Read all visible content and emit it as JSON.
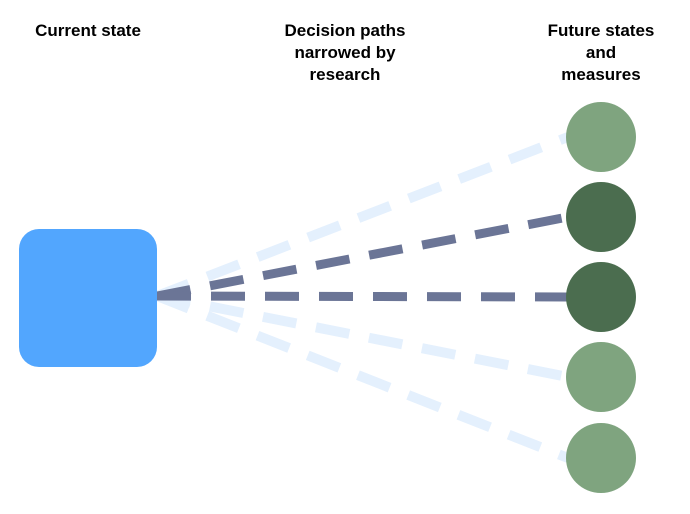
{
  "headings": {
    "current": [
      "Current state"
    ],
    "paths": [
      "Decision paths",
      "narrowed by",
      "research"
    ],
    "future": [
      "Future states",
      "and",
      "measures"
    ]
  },
  "colors": {
    "current_state": "#52a6fe",
    "future_light": "#7fa47f",
    "future_dark": "#4b6d4f",
    "path_active": "#6b7596",
    "path_faded": "#e4f0fd"
  },
  "future_states": [
    {
      "kind": "light",
      "path": "faded"
    },
    {
      "kind": "dark",
      "path": "active"
    },
    {
      "kind": "dark",
      "path": "active"
    },
    {
      "kind": "light",
      "path": "faded"
    },
    {
      "kind": "light",
      "path": "faded"
    }
  ]
}
